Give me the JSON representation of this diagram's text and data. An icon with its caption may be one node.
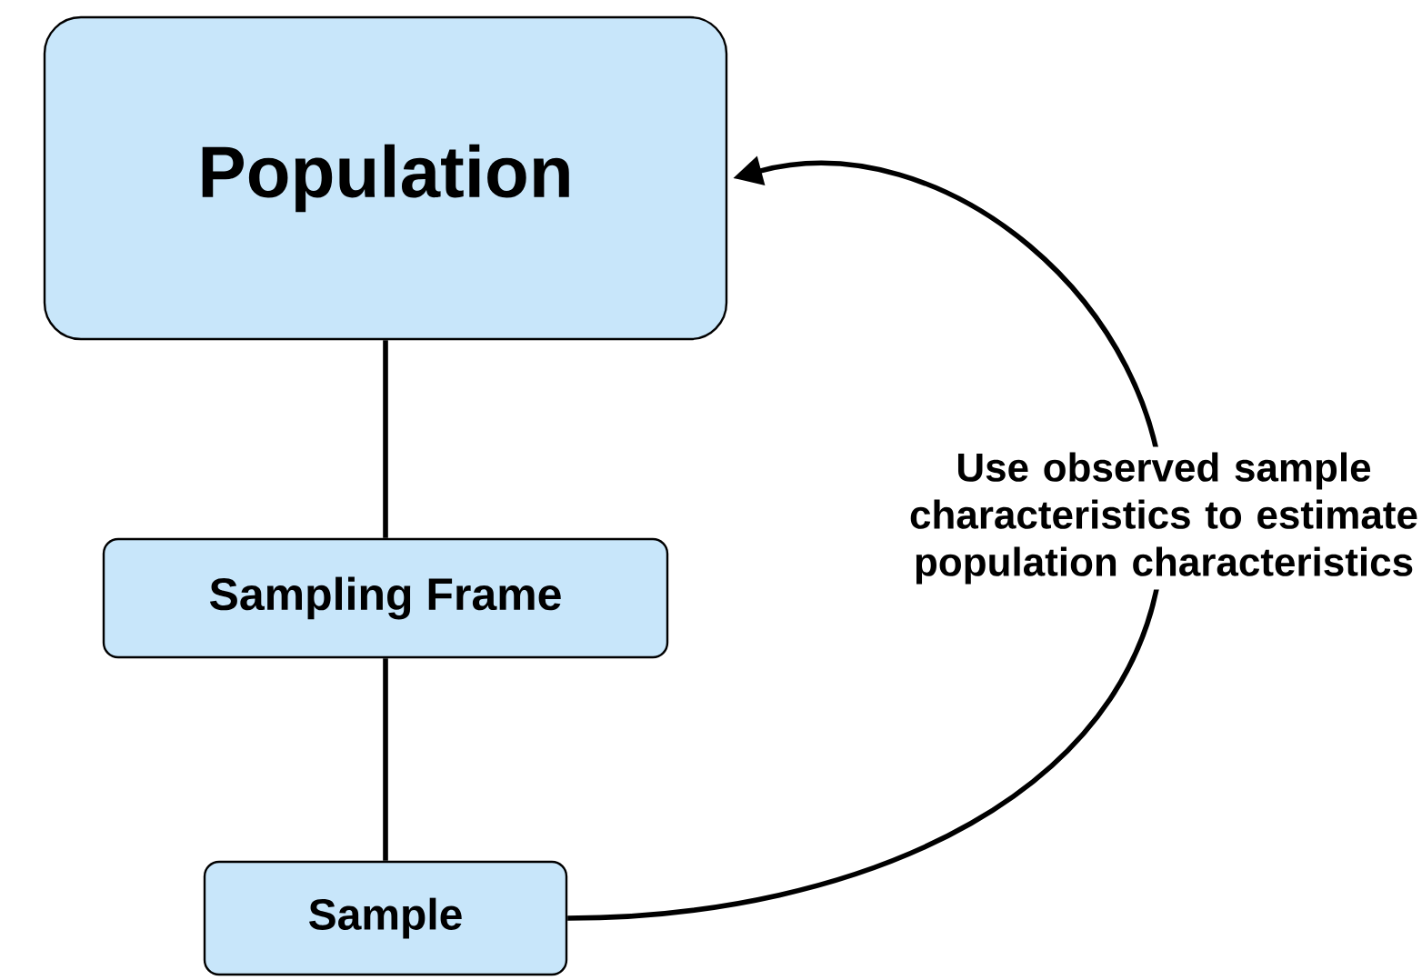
{
  "diagram": {
    "nodes": [
      {
        "text": [
          "Population"
        ]
      },
      {
        "text": [
          "Sampling Frame"
        ]
      },
      {
        "text": [
          "Sample"
        ]
      }
    ],
    "edges": [
      {
        "from": 0,
        "to": 1,
        "arrow": "none"
      },
      {
        "from": 1,
        "to": 2,
        "arrow": "none"
      },
      {
        "from": 2,
        "to": 0,
        "arrow": "to",
        "label": "Use observed sample characteristics to estimate population characteristics"
      }
    ]
  }
}
